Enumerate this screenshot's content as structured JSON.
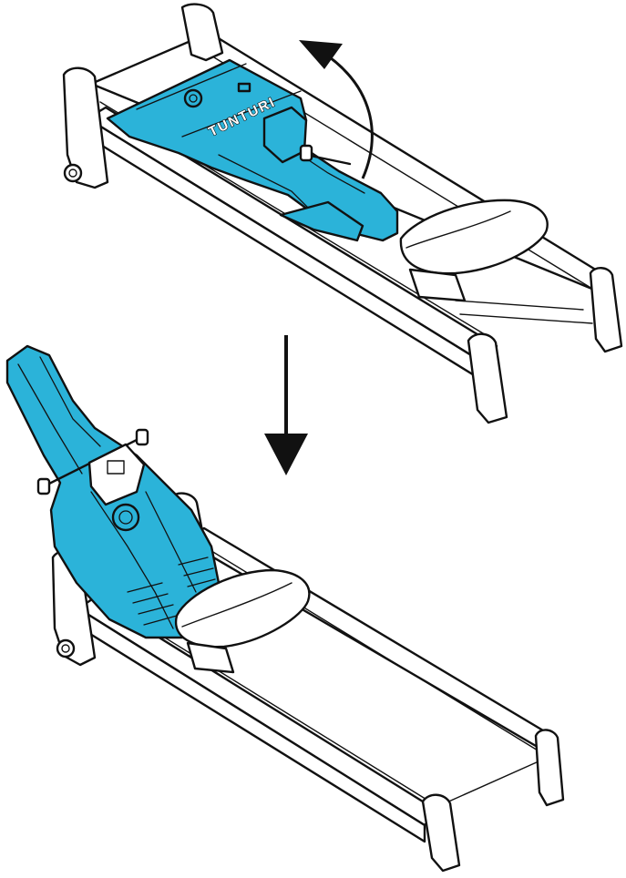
{
  "diagram": {
    "brand_label": "TUNTURI",
    "colors": {
      "highlight": "#2bb3d9",
      "outline": "#111111",
      "background": "#ffffff"
    },
    "steps": [
      {
        "id": "lying",
        "arrow": "curved-lift-arrow"
      },
      {
        "id": "standing",
        "arrow": "down-arrow"
      }
    ]
  }
}
